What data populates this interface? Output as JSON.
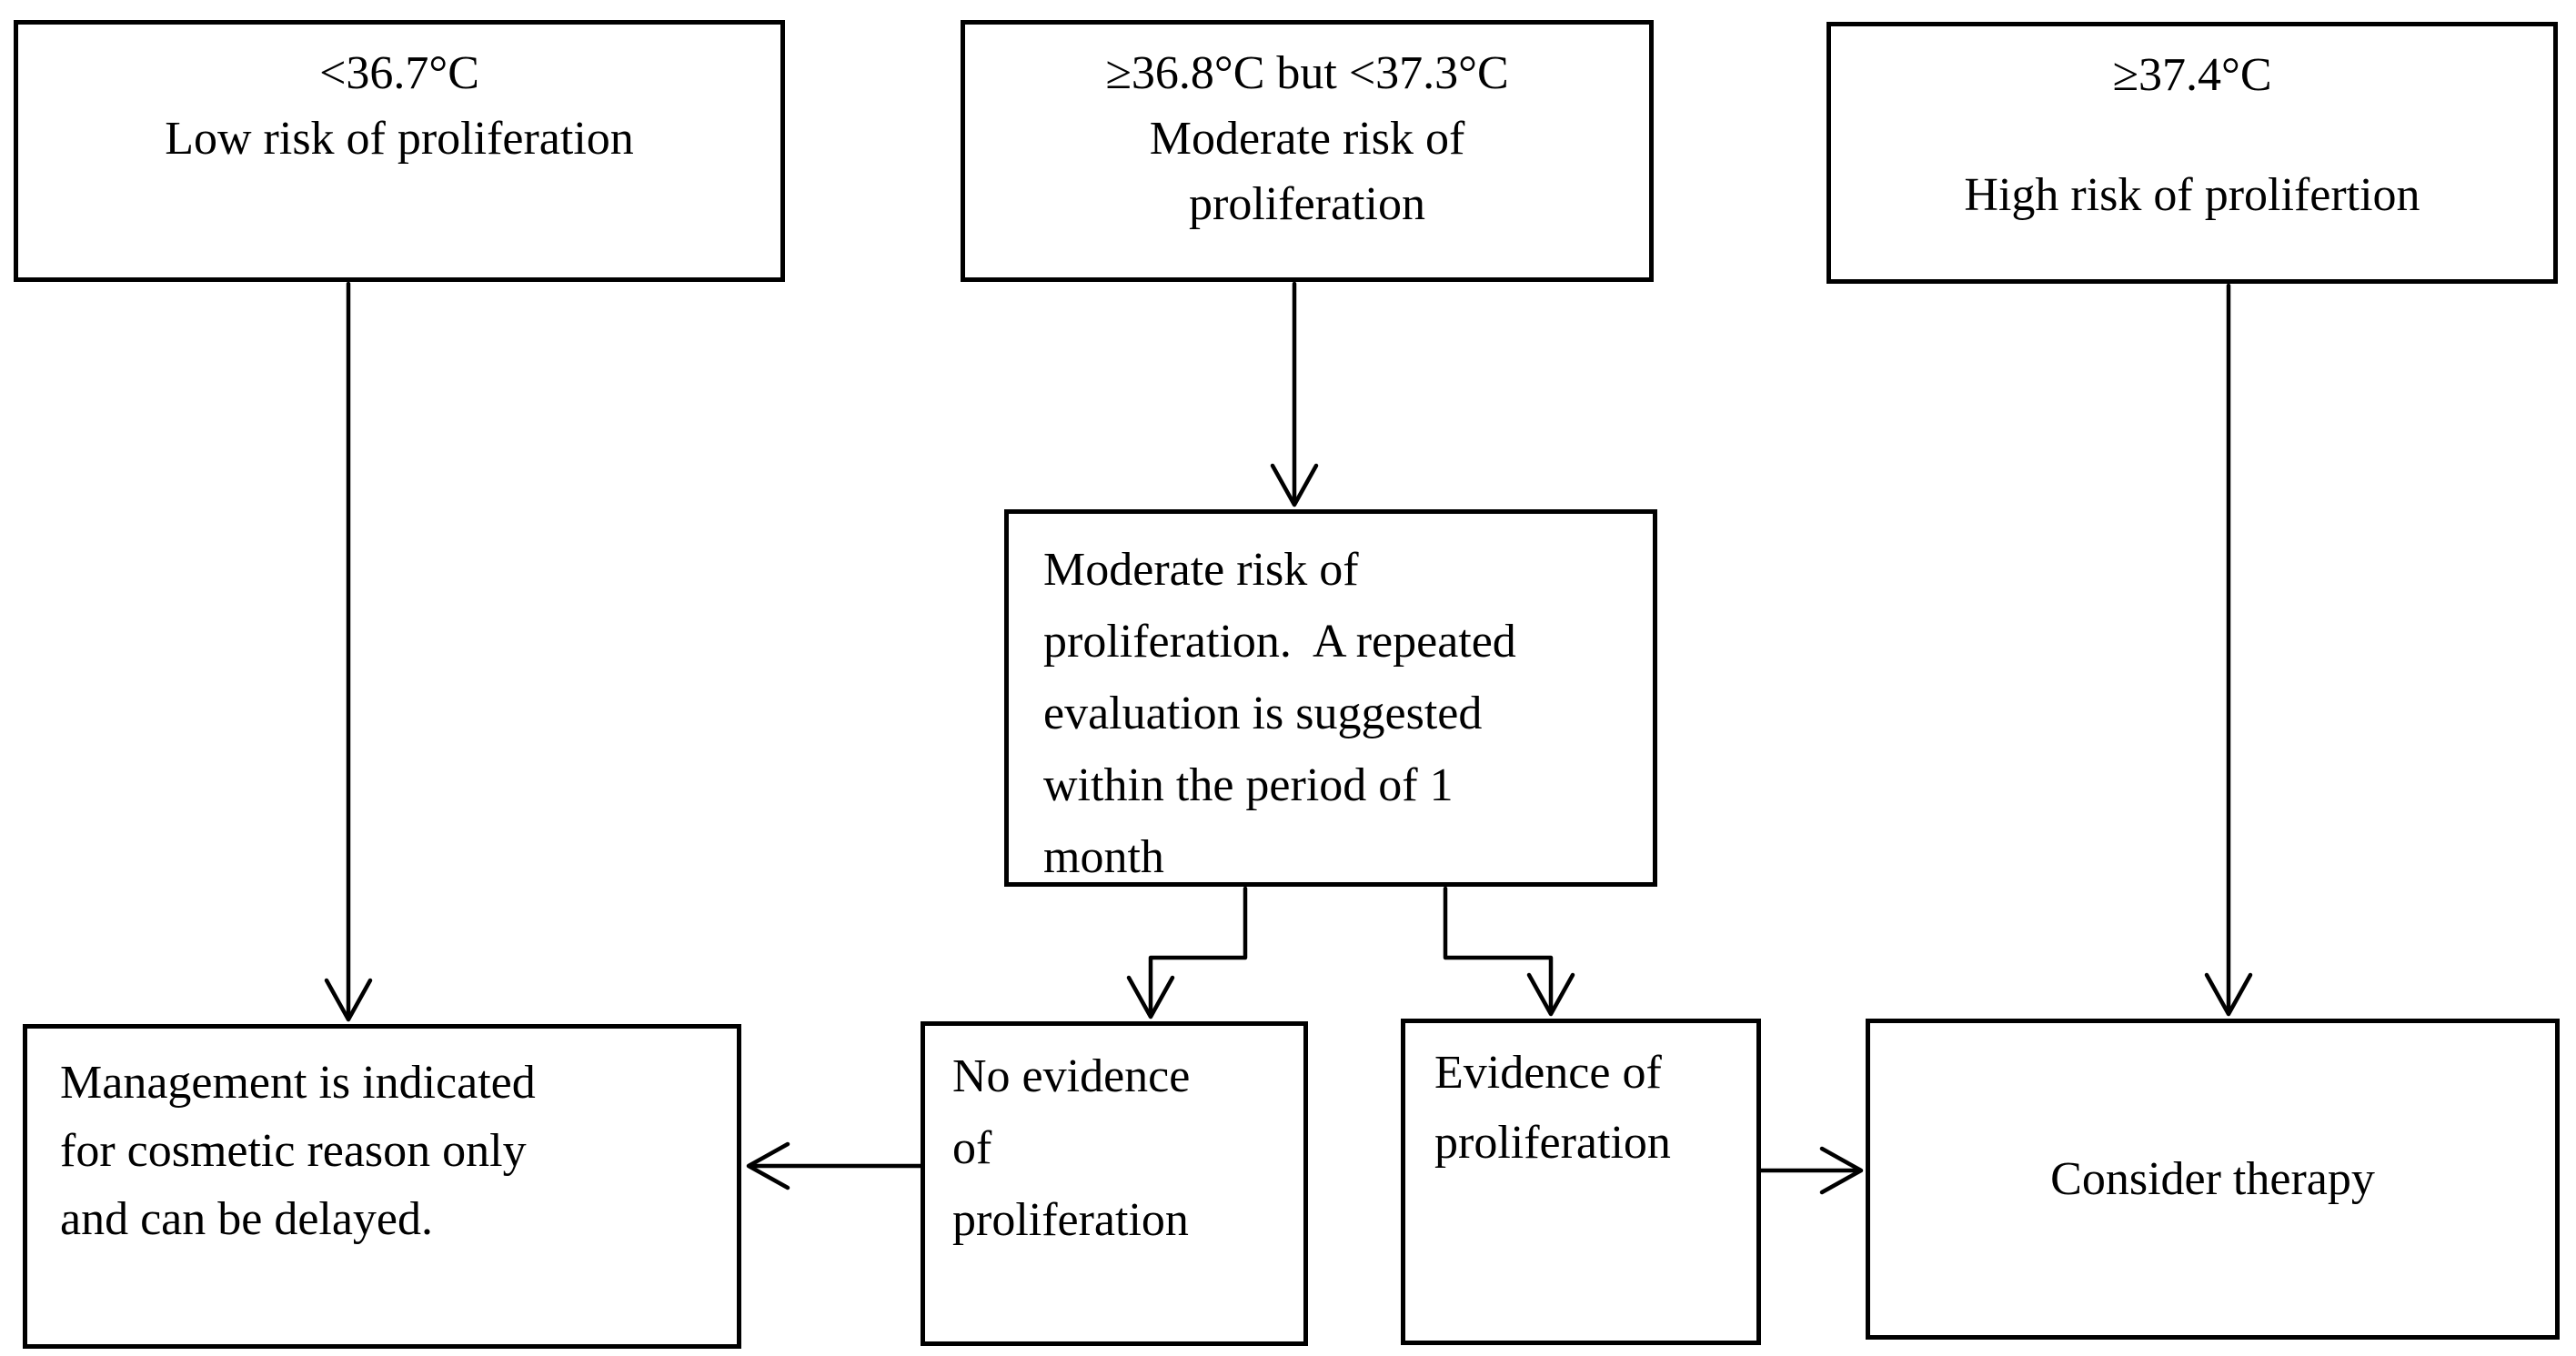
{
  "figure": {
    "background_color": "#ffffff",
    "line_color": "#000000",
    "nodes": {
      "low_risk": {
        "lines": [
          "<36.7°C",
          "Low risk of proliferation"
        ]
      },
      "moderate_risk": {
        "lines": [
          "≥36.8°C but <37.3°C",
          "Moderate risk of",
          "proliferation"
        ]
      },
      "high_risk": {
        "lines": [
          "≥37.4°C",
          "High risk of prolifertion"
        ]
      },
      "moderate_eval": {
        "lines": [
          "Moderate risk of",
          "proliferation.  A repeated",
          "evaluation is suggested",
          "within the period of 1",
          "month"
        ]
      },
      "management": {
        "lines": [
          "Management is indicated",
          "for cosmetic reason only",
          "and can be delayed."
        ]
      },
      "no_evidence": {
        "lines": [
          "No evidence",
          "of",
          "proliferation"
        ]
      },
      "evidence": {
        "lines": [
          "Evidence of",
          "proliferation"
        ]
      },
      "consider_therapy": {
        "lines": [
          "Consider therapy"
        ]
      }
    },
    "edges": [
      {
        "from": "low_risk",
        "to": "management"
      },
      {
        "from": "moderate_risk",
        "to": "moderate_eval"
      },
      {
        "from": "high_risk",
        "to": "consider_therapy"
      },
      {
        "from": "moderate_eval",
        "to": "no_evidence"
      },
      {
        "from": "moderate_eval",
        "to": "evidence"
      },
      {
        "from": "no_evidence",
        "to": "management"
      },
      {
        "from": "evidence",
        "to": "consider_therapy"
      }
    ]
  }
}
